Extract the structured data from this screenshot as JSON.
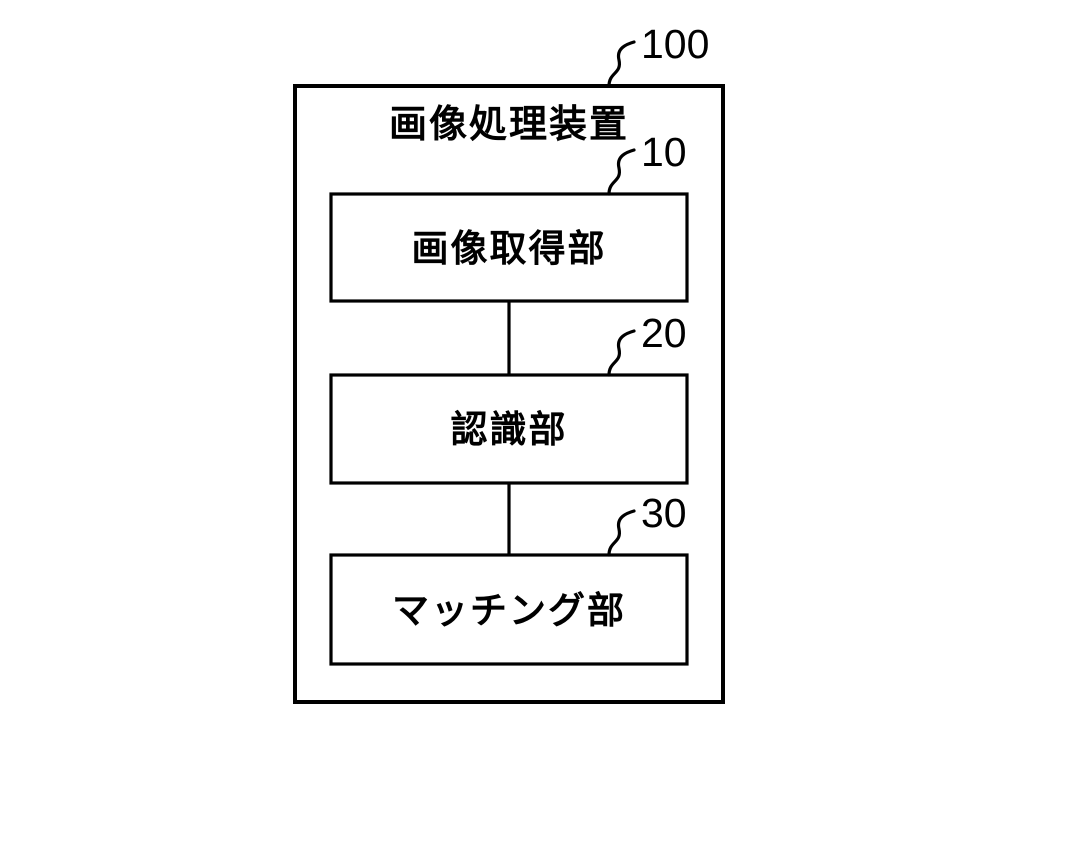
{
  "figure": {
    "device": {
      "ref": "100",
      "title": "画像処理装置"
    },
    "units": [
      {
        "ref": "10",
        "label": "画像取得部"
      },
      {
        "ref": "20",
        "label": "認識部"
      },
      {
        "ref": "30",
        "label": "マッチング部"
      }
    ]
  },
  "colors": {
    "line": "#000000",
    "background": "#ffffff",
    "text": "#000000"
  }
}
